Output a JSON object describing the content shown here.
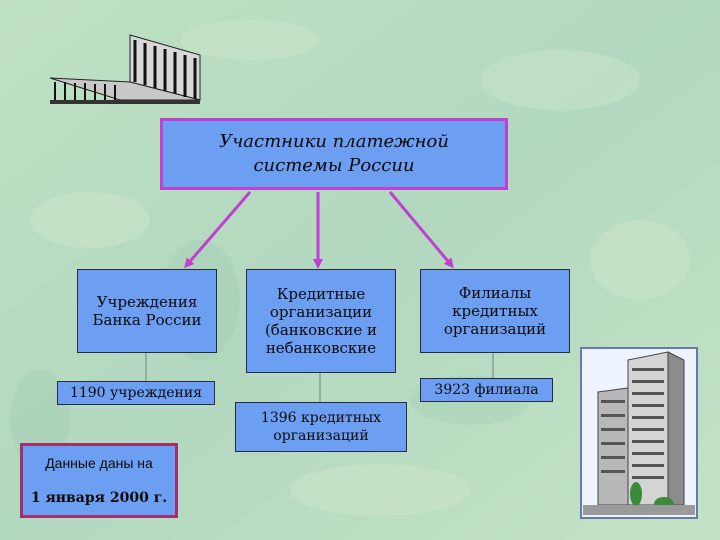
{
  "diagram": {
    "title": "Участники платежной\nсистемы России",
    "categories": [
      {
        "label": "Учреждения\nБанка России",
        "count": "1190 учреждения"
      },
      {
        "label": "Кредитные\nорганизации\n(банковские и\nнебанковские",
        "count": "1396 кредитных\nорганизаций"
      },
      {
        "label": "Филиалы\nкредитных\nорганизаций",
        "count": "3923 филиала"
      }
    ],
    "note": {
      "line1": "Данные даны на",
      "line2": "1 января 2000 г."
    }
  },
  "colors": {
    "box_fill": "#6c9ff2",
    "title_border": "#c040d0",
    "arrow": "#c040d0",
    "background": "#b6dbc0"
  },
  "icons": [
    "building-icon",
    "skyscraper-icon"
  ]
}
